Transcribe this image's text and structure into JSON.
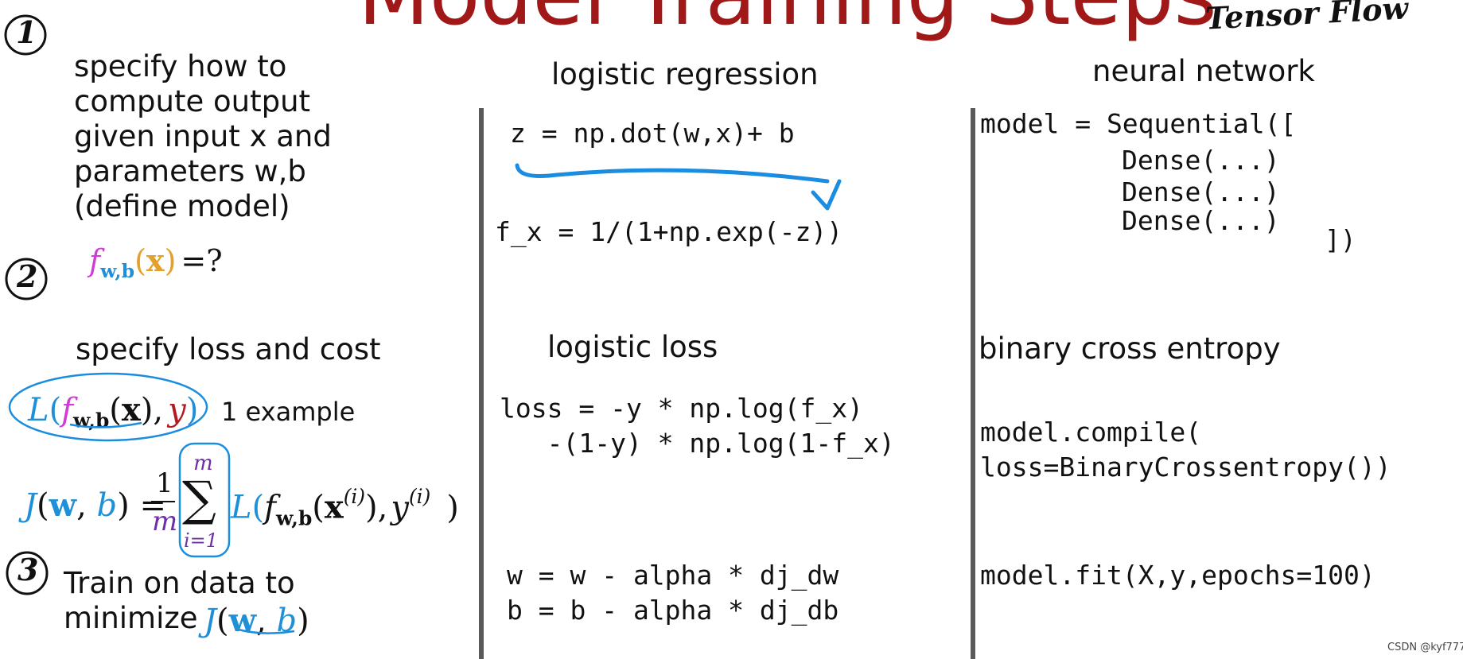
{
  "title": "Model Training Steps",
  "title_annotation": "Tensor Flow",
  "steps": [
    {
      "number": "1",
      "text": "specify how to\ncompute output\ngiven input x and\nparameters w,b\n(define model)"
    },
    {
      "number": "2",
      "text": "specify loss and cost"
    },
    {
      "number": "3",
      "text": "Train on data to\nminimize"
    }
  ],
  "math": {
    "model_f": "f",
    "model_sub": "w,b",
    "model_x": "x",
    "model_q": "=?",
    "loss_L": "L",
    "loss_f": "f",
    "loss_sub": "w,b",
    "loss_x": "x",
    "loss_y": "y",
    "one_example": "1 example",
    "cost_J": "J",
    "cost_w": "w",
    "cost_b": "b",
    "cost_eq": "=",
    "frac_num": "1",
    "frac_den": "m",
    "sum_sym": "∑",
    "sum_top": "m",
    "sum_bottom": "i=1",
    "cost_L": "L",
    "cost_f": "f",
    "cost_sub": "w,b",
    "cost_x": "x",
    "cost_xsup": "(i)",
    "cost_y": "y",
    "cost_ysup": "(i)",
    "min_J": "J",
    "min_w": "w",
    "min_b": "b"
  },
  "columns": {
    "logistic": {
      "header": "logistic regression",
      "code_z": "z = np.dot(w,x)+ b",
      "code_f": "f_x = 1/(1+np.exp(-z))",
      "loss_header": "logistic loss",
      "loss_code_1": "loss = -y * np.log(f_x)",
      "loss_code_2": "   -(1-y) * np.log(1-f_x)",
      "update_1": "w = w - alpha * dj_dw",
      "update_2": "b = b - alpha * dj_db"
    },
    "neural": {
      "header": "neural network",
      "model_1": "model = Sequential([",
      "dense_1": "Dense(...)",
      "dense_2": "Dense(...)",
      "dense_3": "Dense(...)",
      "model_close": "])",
      "loss_header": "binary cross entropy",
      "compile_1": "model.compile(",
      "compile_2": "loss=BinaryCrossentropy())",
      "fit": "model.fit(X,y,epochs=100)"
    }
  },
  "watermark": "CSDN @kyf777",
  "colors": {
    "title": "#a01818",
    "annotation_blue": "#1b8de0",
    "divider": "#5a5a5a"
  }
}
